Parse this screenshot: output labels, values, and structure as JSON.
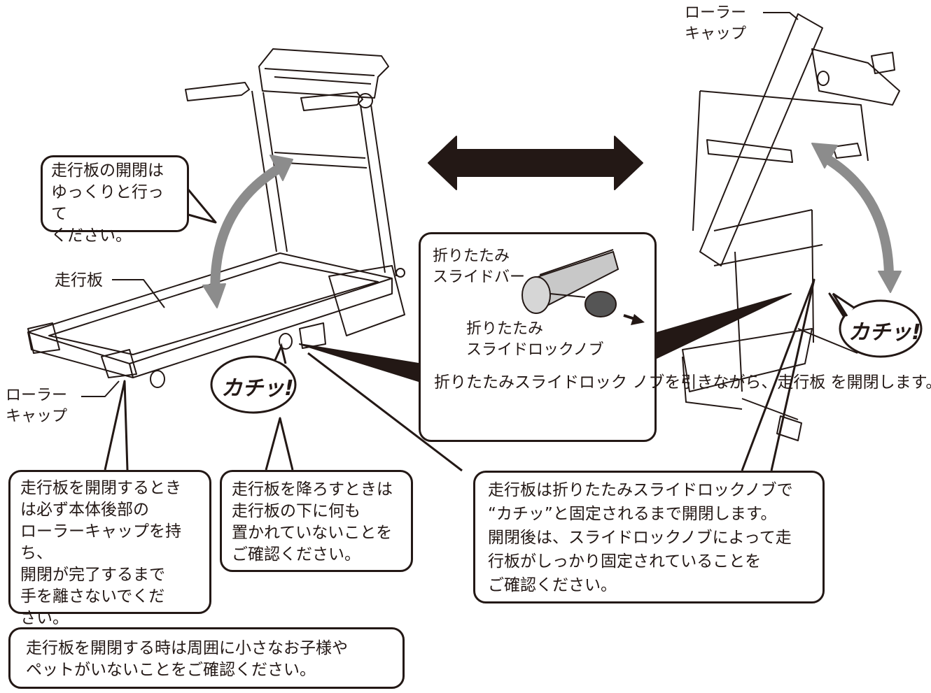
{
  "labels": {
    "roller_cap_right_1": "ローラー",
    "roller_cap_right_2": "キャップ",
    "roller_cap_left_1": "ローラー",
    "roller_cap_left_2": "キャップ",
    "running_board": "走行板",
    "click_sound_left": "カチッ!",
    "click_sound_right": "カチッ!",
    "slide_bar_1": "折りたたみ",
    "slide_bar_2": "スライドバー",
    "lock_knob_1": "折りたたみ",
    "lock_knob_2": "スライドロックノブ"
  },
  "callouts": {
    "open_slowly": [
      "走行板の開閉は",
      "ゆっくりと行って",
      "ください。"
    ],
    "knob_instruction": [
      "折りたたみスライドロック",
      "ノブを引きながら、走行板",
      "を開閉します。"
    ],
    "hold_roller_cap": [
      "走行板を開閉するとき",
      "は必ず本体後部の",
      "ローラーキャップを持ち、",
      "開閉が完了するまで",
      "手を離さないでくだ",
      "さい。"
    ],
    "nothing_under": [
      "走行板を降ろすときは",
      "走行板の下に何も",
      "置かれていないことを",
      "ご確認ください。"
    ],
    "fixed_confirm": [
      "走行板は折りたたみスライドロックノブで",
      "“カチッ”と固定されるまで開閉します。",
      "開閉後は、スライドロックノブによって走",
      "行板がしっかり固定されていることを",
      "ご確認ください。"
    ],
    "children_pets": [
      "走行板を開閉する時は周囲に小さなお子様や",
      "ペットがいないことをご確認ください。"
    ]
  },
  "colors": {
    "line": "#231815",
    "arrow_gray": "#8c8c8c",
    "knob": "#555555",
    "bar": "#c8c8c8"
  }
}
